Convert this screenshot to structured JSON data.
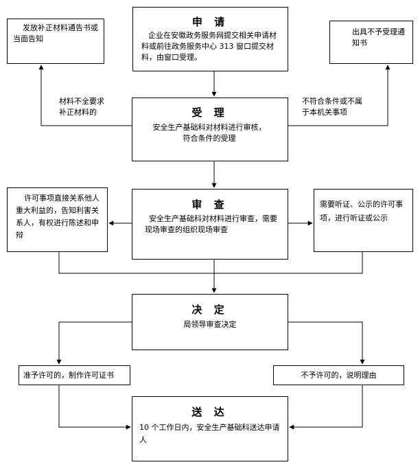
{
  "apply": {
    "title": "申 请",
    "text": "企业在安徽政务服务网提交相关申请材料或前往政务服务中心 313 窗口提交材料，由窗口受理。"
  },
  "supplement_notice": {
    "text": "发放补正材料通告书或当面告知"
  },
  "reject_notice": {
    "text": "出具不予受理通知书"
  },
  "accept": {
    "title": "受 理",
    "text": "安全生产基础科对材料进行审核，符合条件的受理"
  },
  "label_incomplete": {
    "text": "材料不全要求补正材料的"
  },
  "label_not_eligible": {
    "text": "不符合条件或不属于本机关事项"
  },
  "review": {
    "title": "审 查",
    "text": "安全生产基础科对材料进行审查，需要现场审查的组织现场审查"
  },
  "stakeholder": {
    "text": "许可事项直接关系他人重大利益的，告知利害关系人，有权进行陈述和申辩"
  },
  "hearing": {
    "text": "需要听证、公示的许可事项，进行听证或公示"
  },
  "decision": {
    "title": "决 定",
    "text": "局领导审查决定"
  },
  "approve": {
    "text": "准予许可的，制作许可证书"
  },
  "deny": {
    "text": "不予许可的，说明理由"
  },
  "deliver": {
    "title": "送 达",
    "text": "10 个工作日内，安全生产基础科送达申请人"
  }
}
